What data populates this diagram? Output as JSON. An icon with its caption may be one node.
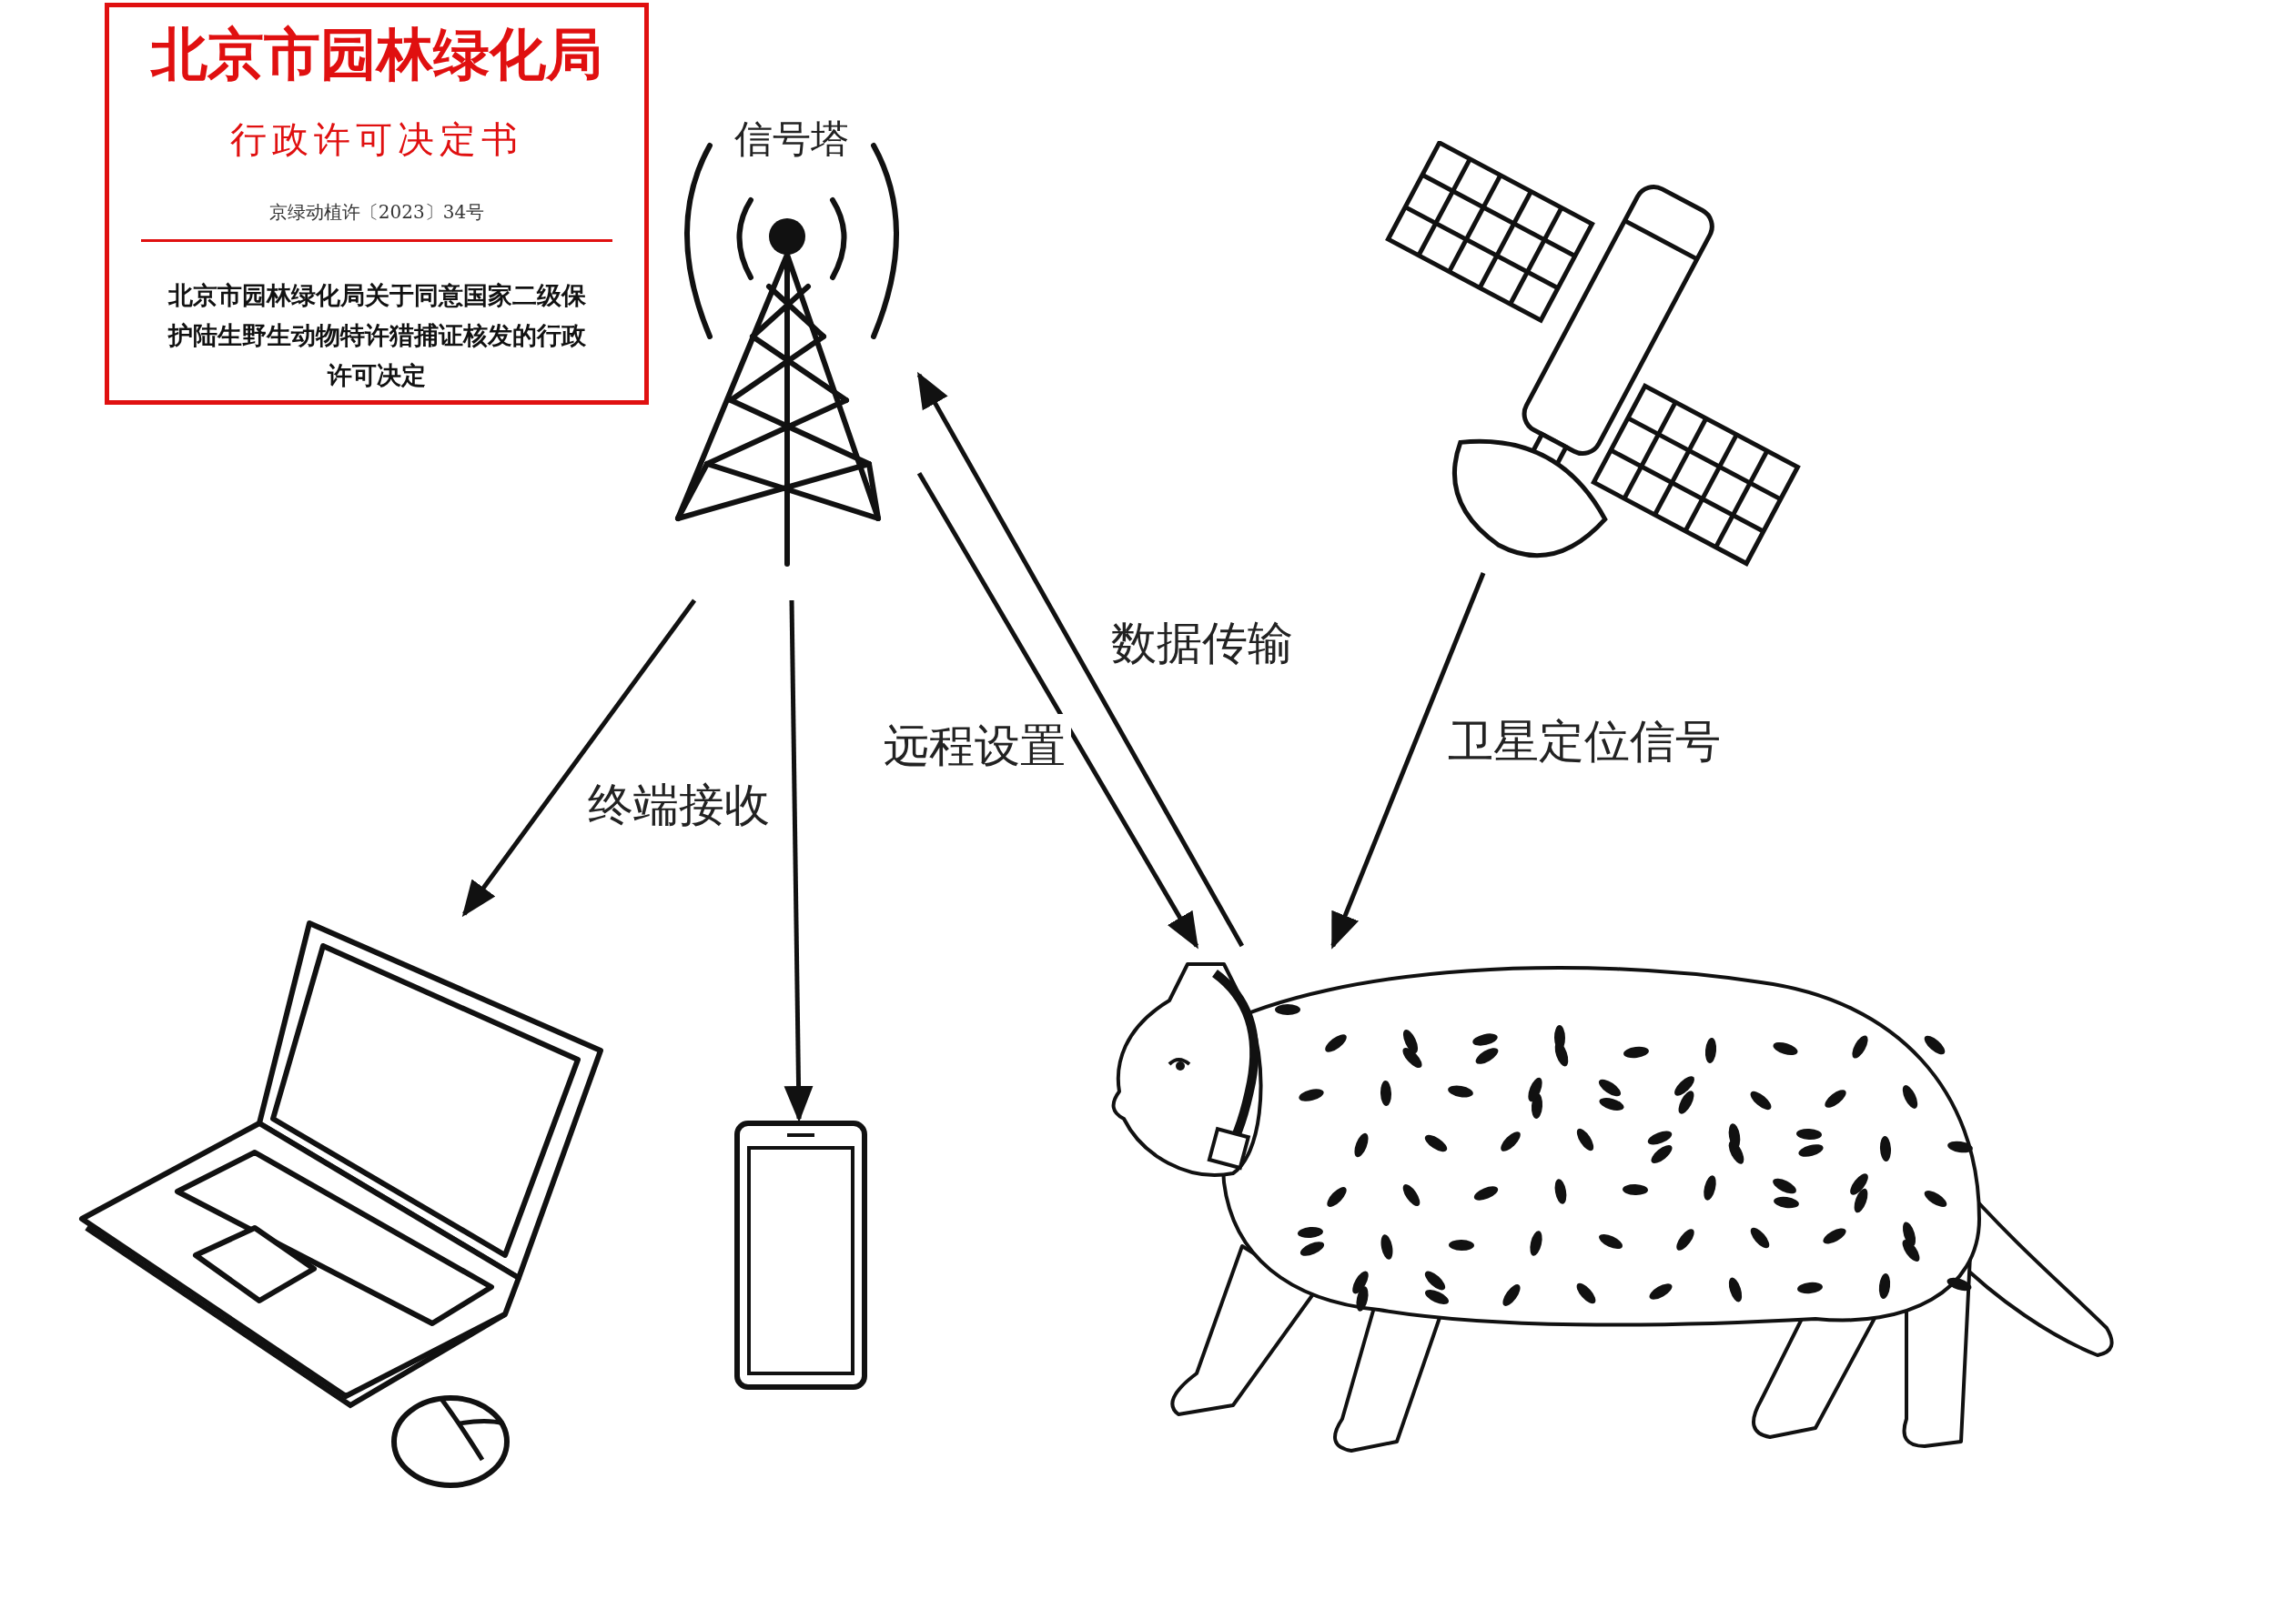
{
  "diagram": {
    "nodes": [
      {
        "text": [
          "北京市园林绿化局",
          "行政许可决定书",
          "京绿动植许〔2023〕34号",
          "北京市园林绿化局关于同意国家二级保护陆生野生动物特许猎捕证核发的行政许可决定"
        ]
      },
      {
        "text": [
          "信号塔"
        ]
      },
      {
        "text": [],
        "shape": "picture"
      },
      {
        "text": [],
        "shape": "picture"
      },
      {
        "text": [],
        "shape": "picture"
      },
      {
        "text": [],
        "shape": "picture"
      }
    ],
    "edges": [
      {
        "from": 1,
        "to": 3,
        "arrow": "to",
        "label": "终端接收"
      },
      {
        "from": 1,
        "to": 4,
        "arrow": "to"
      },
      {
        "from": 1,
        "to": 5,
        "arrow": "to",
        "label": "远程设置"
      },
      {
        "from": 5,
        "to": 1,
        "arrow": "to",
        "label": "数据传输"
      },
      {
        "from": 2,
        "to": 5,
        "arrow": "to",
        "label": "卫星定位信号"
      }
    ]
  }
}
